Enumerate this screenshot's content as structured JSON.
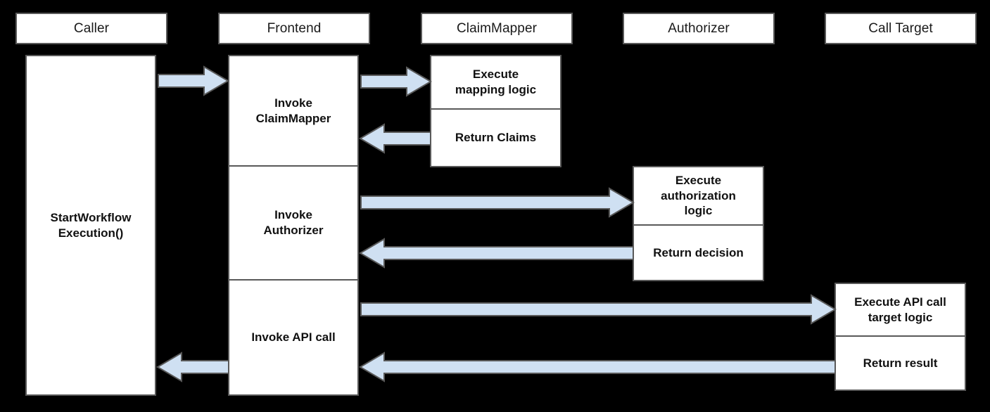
{
  "diagram": {
    "title": "Workflow authorization sequence diagram",
    "background_color": "#000000",
    "box_fill": "#ffffff",
    "box_border": "#595959",
    "arrow_fill": "#cfe0f2",
    "arrow_border": "#595959"
  },
  "participants": [
    {
      "id": "caller",
      "label": "Caller"
    },
    {
      "id": "frontend",
      "label": "Frontend"
    },
    {
      "id": "claimmapper",
      "label": "ClaimMapper"
    },
    {
      "id": "authorizer",
      "label": "Authorizer"
    },
    {
      "id": "calltarget",
      "label": "Call Target"
    }
  ],
  "activations": {
    "caller": [
      {
        "id": "caller-start",
        "label": "StartWorkflow\nExecution()"
      }
    ],
    "frontend": [
      {
        "id": "frontend-invoke-claimmapper",
        "label": "Invoke\nClaimMapper"
      },
      {
        "id": "frontend-invoke-authorizer",
        "label": "Invoke\nAuthorizer"
      },
      {
        "id": "frontend-invoke-apicall",
        "label": "Invoke API call"
      }
    ],
    "claimmapper": [
      {
        "id": "claimmapper-execute",
        "label": "Execute\nmapping logic"
      },
      {
        "id": "claimmapper-return",
        "label": "Return Claims"
      }
    ],
    "authorizer": [
      {
        "id": "authorizer-execute",
        "label": "Execute\nauthorization\nlogic"
      },
      {
        "id": "authorizer-return",
        "label": "Return decision"
      }
    ],
    "calltarget": [
      {
        "id": "calltarget-execute",
        "label": "Execute API call\ntarget logic"
      },
      {
        "id": "calltarget-return",
        "label": "Return result"
      }
    ]
  },
  "messages": [
    {
      "id": "msg-caller-to-frontend",
      "from": "caller",
      "to": "frontend",
      "direction": "right"
    },
    {
      "id": "msg-frontend-to-claimmapper",
      "from": "frontend",
      "to": "claimmapper",
      "direction": "right"
    },
    {
      "id": "msg-claimmapper-to-frontend",
      "from": "claimmapper",
      "to": "frontend",
      "direction": "left"
    },
    {
      "id": "msg-frontend-to-authorizer",
      "from": "frontend",
      "to": "authorizer",
      "direction": "right"
    },
    {
      "id": "msg-authorizer-to-frontend",
      "from": "authorizer",
      "to": "frontend",
      "direction": "left"
    },
    {
      "id": "msg-frontend-to-calltarget",
      "from": "frontend",
      "to": "calltarget",
      "direction": "right"
    },
    {
      "id": "msg-calltarget-to-frontend",
      "from": "calltarget",
      "to": "frontend",
      "direction": "left"
    },
    {
      "id": "msg-frontend-to-caller",
      "from": "frontend",
      "to": "caller",
      "direction": "left"
    }
  ]
}
